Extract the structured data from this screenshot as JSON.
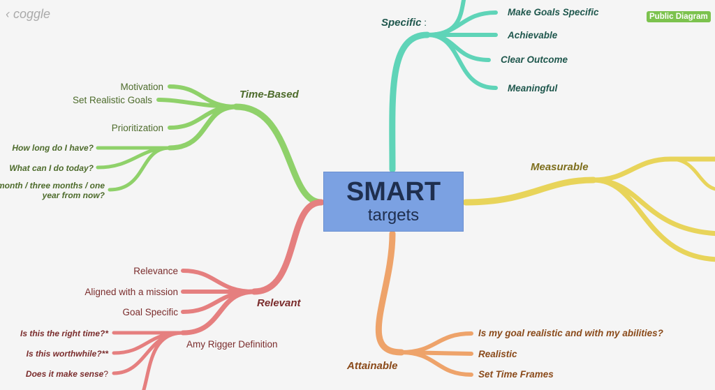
{
  "app": {
    "logo": "coggle",
    "back": "‹",
    "badge": "Public Diagram"
  },
  "center": {
    "title": "SMART",
    "subtitle": "targets"
  },
  "branches": {
    "time": {
      "label": "Time-Based",
      "color": "#8fd16a",
      "children": [
        "Motivation",
        "Set Realistic Goals",
        "Prioritization"
      ],
      "sub": [
        "How long do I have?",
        "What can I do today?",
        "month / three months / one",
        "year from now?"
      ]
    },
    "relevant": {
      "label": "Relevant",
      "color": "#e57f7f",
      "children": [
        "Relevance",
        "Aligned with a mission",
        "Goal Specific",
        "Amy Rigger Definition"
      ],
      "sub": [
        "Is this the right time?*",
        "Is this worthwhile?**",
        "Does it make sense",
        "?"
      ]
    },
    "specific": {
      "label": "Specific",
      "suffix": " :",
      "color": "#5fd4b8",
      "children": [
        "Make Goals Specific",
        "Achievable",
        "Clear Outcome",
        "Meaningful"
      ]
    },
    "measurable": {
      "label": "Measurable",
      "color": "#e8d45a"
    },
    "attainable": {
      "label": "Attainable",
      "color": "#eea36a",
      "children": [
        "Is my goal realistic and with my abilities?",
        "Realistic",
        "Set Time Frames"
      ]
    }
  }
}
